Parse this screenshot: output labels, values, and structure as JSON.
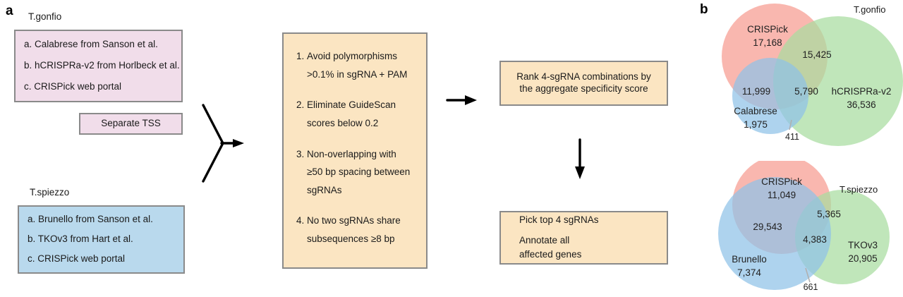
{
  "figure": {
    "panels": {
      "a": "a",
      "b": "b"
    }
  },
  "panel_a": {
    "gonfio": {
      "label": "T.gonfio",
      "items": [
        "a. Calabrese from Sanson et al.",
        "b. hCRISPRa-v2 from Horlbeck et al.",
        "c. CRISPick web portal"
      ],
      "color": "#f1ddea"
    },
    "separate_tss": {
      "label": "Separate TSS"
    },
    "spiezzo": {
      "label": "T.spiezzo",
      "items": [
        "a. Brunello from Sanson et al.",
        "b. TKOv3 from Hart et al.",
        "c. CRISPick web portal"
      ],
      "color": "#b9d9ed"
    },
    "criteria": {
      "color": "#fbe5c2",
      "items": [
        {
          "num": "1.",
          "text": "Avoid polymorphisms >0.1% in sgRNA + PAM"
        },
        {
          "num": "2.",
          "text": "Eliminate GuideScan scores below 0.2"
        },
        {
          "num": "3.",
          "text": "Non-overlapping with ≥50 bp spacing between sgRNAs"
        },
        {
          "num": "4.",
          "text": "No two sgRNAs share subsequences ≥8 bp"
        }
      ]
    },
    "rank_box": {
      "line1": "Rank 4-sgRNA combinations by",
      "line2": "the aggregate specificity score"
    },
    "pick_box": {
      "line1": "Pick top 4 sgRNAs",
      "line2": "Annotate all",
      "line3": "affected genes"
    }
  },
  "panel_b": {
    "chart_data": [
      {
        "type": "venn",
        "title": "T.gonfio",
        "sets": [
          {
            "name": "CRISPick",
            "color": "#f7a399",
            "only": 17168
          },
          {
            "name": "hCRISPRa-v2",
            "color": "#b7e1b0",
            "only": 36536
          },
          {
            "name": "Calabrese",
            "color": "#a9cfe8",
            "only": 1975
          }
        ],
        "intersections": [
          {
            "sets": [
              "CRISPick",
              "hCRISPRa-v2"
            ],
            "value": 15425,
            "label": "15,425"
          },
          {
            "sets": [
              "CRISPick",
              "Calabrese"
            ],
            "value": 11999,
            "label": "11,999"
          },
          {
            "sets": [
              "CRISPick",
              "hCRISPRa-v2",
              "Calabrese"
            ],
            "value": 5790,
            "label": "5,790"
          },
          {
            "sets": [
              "hCRISPRa-v2",
              "Calabrese"
            ],
            "value": 411,
            "label": "411"
          }
        ],
        "labels": {
          "crispick_name": "CRISPick",
          "crispick_value": "17,168",
          "hcrispra_name": "hCRISPRa-v2",
          "hcrispra_value": "36,536",
          "calabrese_name": "Calabrese",
          "calabrese_value": "1,975",
          "ab": "15,425",
          "ac": "11,999",
          "abc": "5,790",
          "bc": "411"
        }
      },
      {
        "type": "venn",
        "title": "T.spiezzo",
        "sets": [
          {
            "name": "CRISPick",
            "color": "#f7a399",
            "only": 11049
          },
          {
            "name": "TKOv3",
            "color": "#b7e1b0",
            "only": 20905
          },
          {
            "name": "Brunello",
            "color": "#a9cfe8",
            "only": 7374
          }
        ],
        "intersections": [
          {
            "sets": [
              "CRISPick",
              "TKOv3"
            ],
            "value": 5365,
            "label": "5,365"
          },
          {
            "sets": [
              "CRISPick",
              "Brunello"
            ],
            "value": 29543,
            "label": "29,543"
          },
          {
            "sets": [
              "CRISPick",
              "TKOv3",
              "Brunello"
            ],
            "value": 4383,
            "label": "4,383"
          },
          {
            "sets": [
              "TKOv3",
              "Brunello"
            ],
            "value": 661,
            "label": "661"
          }
        ],
        "labels": {
          "crispick_name": "CRISPick",
          "crispick_value": "11,049",
          "tkov3_name": "TKOv3",
          "tkov3_value": "20,905",
          "brunello_name": "Brunello",
          "brunello_value": "7,374",
          "ab": "5,365",
          "ac": "29,543",
          "abc": "4,383",
          "bc": "661"
        }
      }
    ]
  }
}
